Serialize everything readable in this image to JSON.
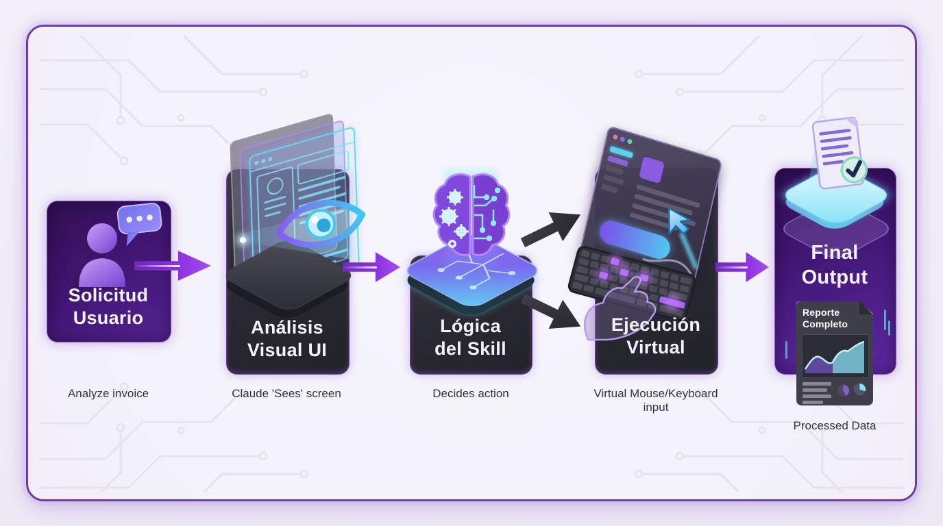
{
  "diagram": {
    "stages": [
      {
        "id": "solicitud-usuario",
        "title_line1": "Solicitud",
        "title_line2": "Usuario",
        "caption": "Analyze invoice",
        "icon": "user-chat-icon",
        "card_style": "purple"
      },
      {
        "id": "analisis-visual-ui",
        "title_line1": "Análisis",
        "title_line2": "Visual UI",
        "caption": "Claude 'Sees' screen",
        "icon": "screen-eye-icon",
        "card_style": "dark"
      },
      {
        "id": "logica-del-skill",
        "title_line1": "Lógica",
        "title_line2": "del Skill",
        "caption": "Decides action",
        "icon": "brain-circuit-icon",
        "card_style": "dark"
      },
      {
        "id": "ejecucion-virtual",
        "title_line1": "Ejecución",
        "title_line2": "Virtual",
        "caption": "Virtual Mouse/Keyboard input",
        "icon": "keyboard-cursor-icon",
        "card_style": "dark"
      },
      {
        "id": "final-output",
        "title_line1": "Final",
        "title_line2": "Output",
        "caption": "Processed Data",
        "icon": "document-check-icon",
        "card_style": "purple"
      }
    ],
    "report_card": {
      "title": "Reporte Completo"
    },
    "icons": {
      "user-chat-icon": "person with speech bubble",
      "screen-eye-icon": "stacked browser windows scanned by an eye",
      "brain-circuit-icon": "brain half gears half circuit on chip platform",
      "keyboard-cursor-icon": "keyboard with hand and glowing cursor",
      "document-check-icon": "document with checkmark over platform"
    },
    "colors": {
      "frame_border": "#6f3d9e",
      "canvas_bg": "#f4f2fa",
      "purple_card": "#44187a",
      "dark_card": "#2b2b34",
      "arrow_purple": "#9b3be8",
      "accent_cyan": "#5fd4f2",
      "title_text": "#f5f1fb",
      "caption_text": "#33333e"
    }
  }
}
